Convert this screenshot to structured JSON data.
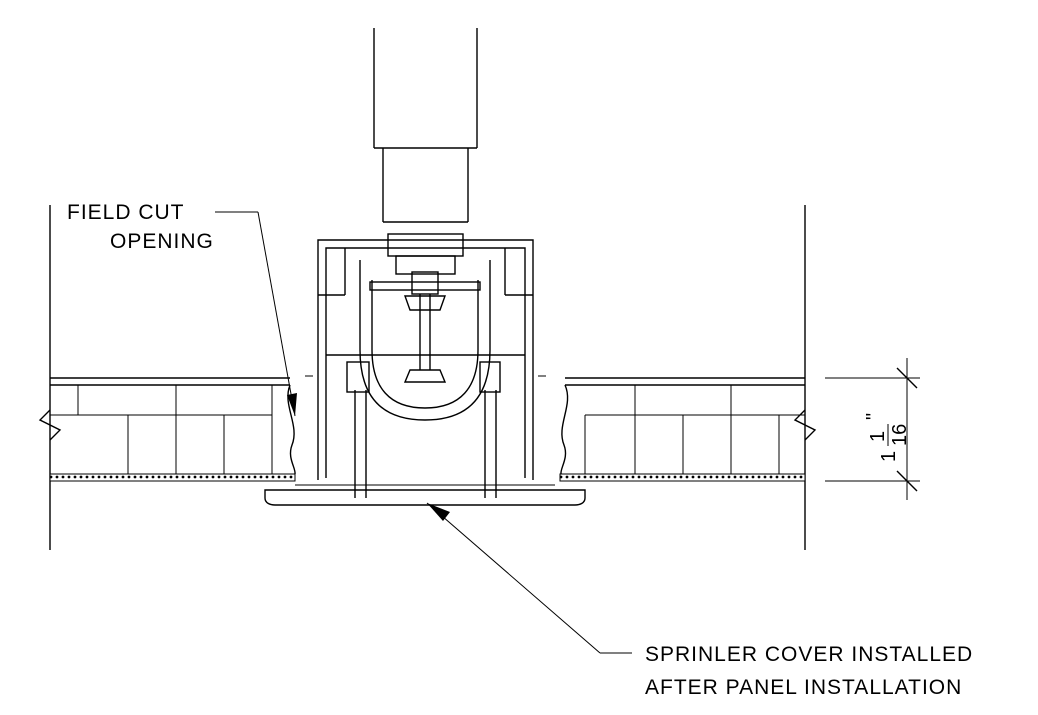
{
  "labels": {
    "field_cut_line1": "FIELD CUT",
    "field_cut_line2": "OPENING",
    "cover_line1": "SPRINLER COVER INSTALLED",
    "cover_line2": "AFTER PANEL INSTALLATION"
  },
  "dimension": {
    "whole": "1",
    "numerator": "1",
    "denominator": "16",
    "unit": "\""
  }
}
